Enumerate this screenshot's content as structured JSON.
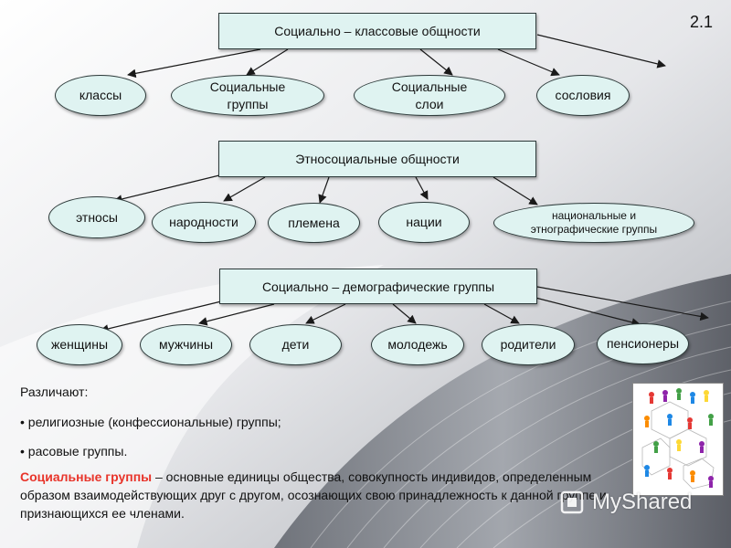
{
  "slide_number": "2.1",
  "sections": [
    {
      "title": "Социально – классовые общности",
      "items": [
        {
          "label": "классы"
        },
        {
          "label": "Социальные\nгруппы"
        },
        {
          "label": "Социальные\nслои"
        },
        {
          "label": "сословия"
        }
      ]
    },
    {
      "title": "Этносоциальные общности",
      "items": [
        {
          "label": "этносы"
        },
        {
          "label": "народности"
        },
        {
          "label": "племена"
        },
        {
          "label": "нации"
        },
        {
          "label": "национальные и\nэтнографические группы"
        }
      ]
    },
    {
      "title": "Социально – демографические группы",
      "items": [
        {
          "label": "женщины"
        },
        {
          "label": "мужчины"
        },
        {
          "label": "дети"
        },
        {
          "label": "молодежь"
        },
        {
          "label": "родители"
        },
        {
          "label": "пенсионеры"
        }
      ]
    }
  ],
  "distinguish": {
    "heading": "Различают:",
    "bullets": [
      "религиозные (конфессиональные) группы;",
      "расовые группы."
    ]
  },
  "definition": {
    "term": "Социальные группы",
    "text": " – основные единицы общества, совокупность индивидов, определенным образом взаимодействующих друг с другом, осознающих свою принадлежность к данной группе и признающихся ее членами."
  },
  "watermark": {
    "text": "MyShared"
  },
  "picture": {
    "icon": "people-network-icon"
  },
  "colors": {
    "box_fill": "#dff3f1",
    "term_red": "#e8342a",
    "line": "#1a1a1a"
  }
}
